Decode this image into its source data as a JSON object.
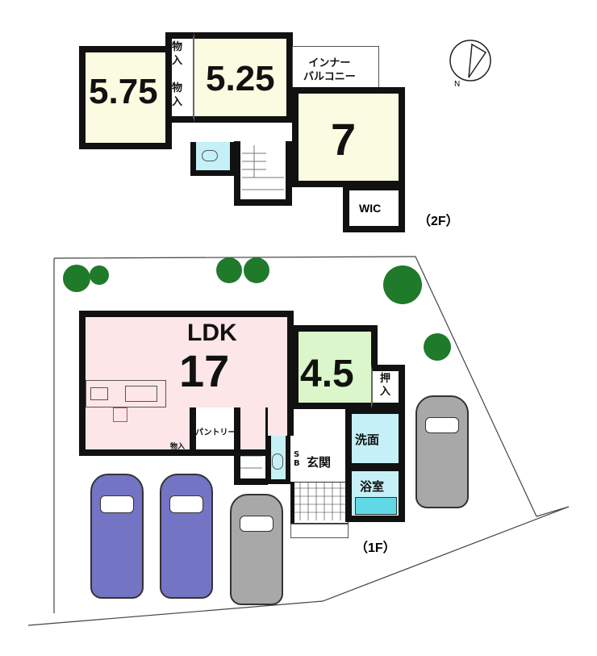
{
  "floor2": {
    "label": "（2F）",
    "rooms": {
      "bedroom_a": "5.75",
      "bedroom_b": "5.25",
      "bedroom_c": "7",
      "closet_1": "物入",
      "closet_2": "物入",
      "balcony": "インナー\nバルコニー",
      "wic": "WIC"
    },
    "compass": "N"
  },
  "floor1": {
    "label": "（1F）",
    "rooms": {
      "ldk_label": "LDK",
      "ldk_size": "17",
      "japanese_room": "4.5",
      "oshiire": "押入",
      "pantry": "パントリー",
      "storage": "物入",
      "sb": "S\nB",
      "entrance": "玄関",
      "washroom": "洗面",
      "bathroom": "浴室"
    }
  },
  "colors": {
    "room_2f": "#fbfbe1",
    "ldk": "#fde6e8",
    "japanese": "#dcf6cc",
    "water": "#c6f0f7",
    "car_blue": "#7474c4",
    "car_gray": "#a8a8a8",
    "tree": "#1f7a2a"
  }
}
